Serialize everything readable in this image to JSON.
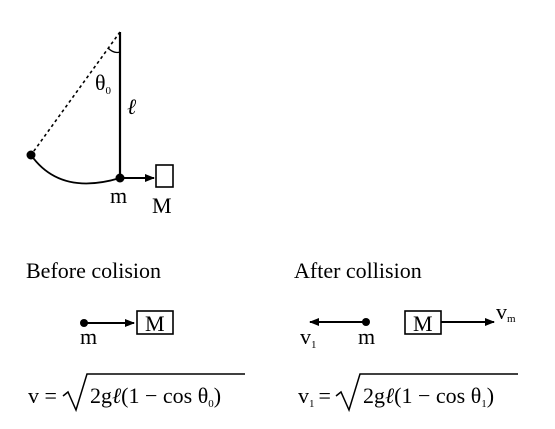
{
  "colors": {
    "ink": "#000000",
    "background": "#ffffff"
  },
  "pendulum": {
    "angle_symbol": "θ",
    "angle_sub": "0",
    "length_label": "ℓ",
    "bob_label": "m",
    "block_label": "M"
  },
  "before": {
    "heading": "Before colision",
    "bob_label": "m",
    "block_label": "M",
    "formula": {
      "lhs": "v =",
      "inside": "2g",
      "ell": "ℓ",
      "paren": "(1 − cos θ",
      "sub": "0",
      "close": ")"
    }
  },
  "after": {
    "heading": "After collision",
    "v1_label": "v",
    "v1_sub": "1",
    "bob_label": "m",
    "block_label": "M",
    "vm_label": "v",
    "vm_sub": "m",
    "formula": {
      "lhs": "v",
      "lhs_sub": "1",
      "eq": "=",
      "inside": "2g",
      "ell": "ℓ",
      "paren": "(1 − cos θ",
      "sub": "1",
      "close": ")"
    }
  }
}
